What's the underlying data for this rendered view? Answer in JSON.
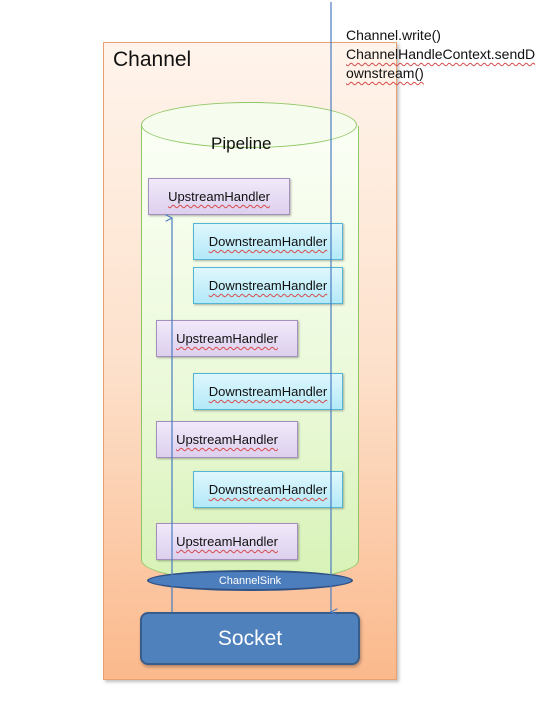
{
  "channel": {
    "title": "Channel"
  },
  "pipeline": {
    "title": "Pipeline"
  },
  "handlers": {
    "up_1": "UpstreamHandler",
    "down_1": "DownstreamHandler",
    "down_2": "DownstreamHandler",
    "up_2": "UpstreamHandler",
    "down_3": "DownstreamHandler",
    "up_3": "UpstreamHandler",
    "down_4": "DownstreamHandler",
    "up_4": "UpstreamHandler"
  },
  "sink": {
    "label": "ChannelSink"
  },
  "socket": {
    "label": "Socket"
  },
  "call_note": {
    "line1": "Channel.write()",
    "line2": "ChannelHandleContext.sendD",
    "line3": "ownstream()"
  },
  "colors": {
    "upstream_fill": "#ddd0ee",
    "downstream_fill": "#b3e9f8",
    "socket_fill": "#4f81bd",
    "arrow": "#4a7cc0"
  }
}
